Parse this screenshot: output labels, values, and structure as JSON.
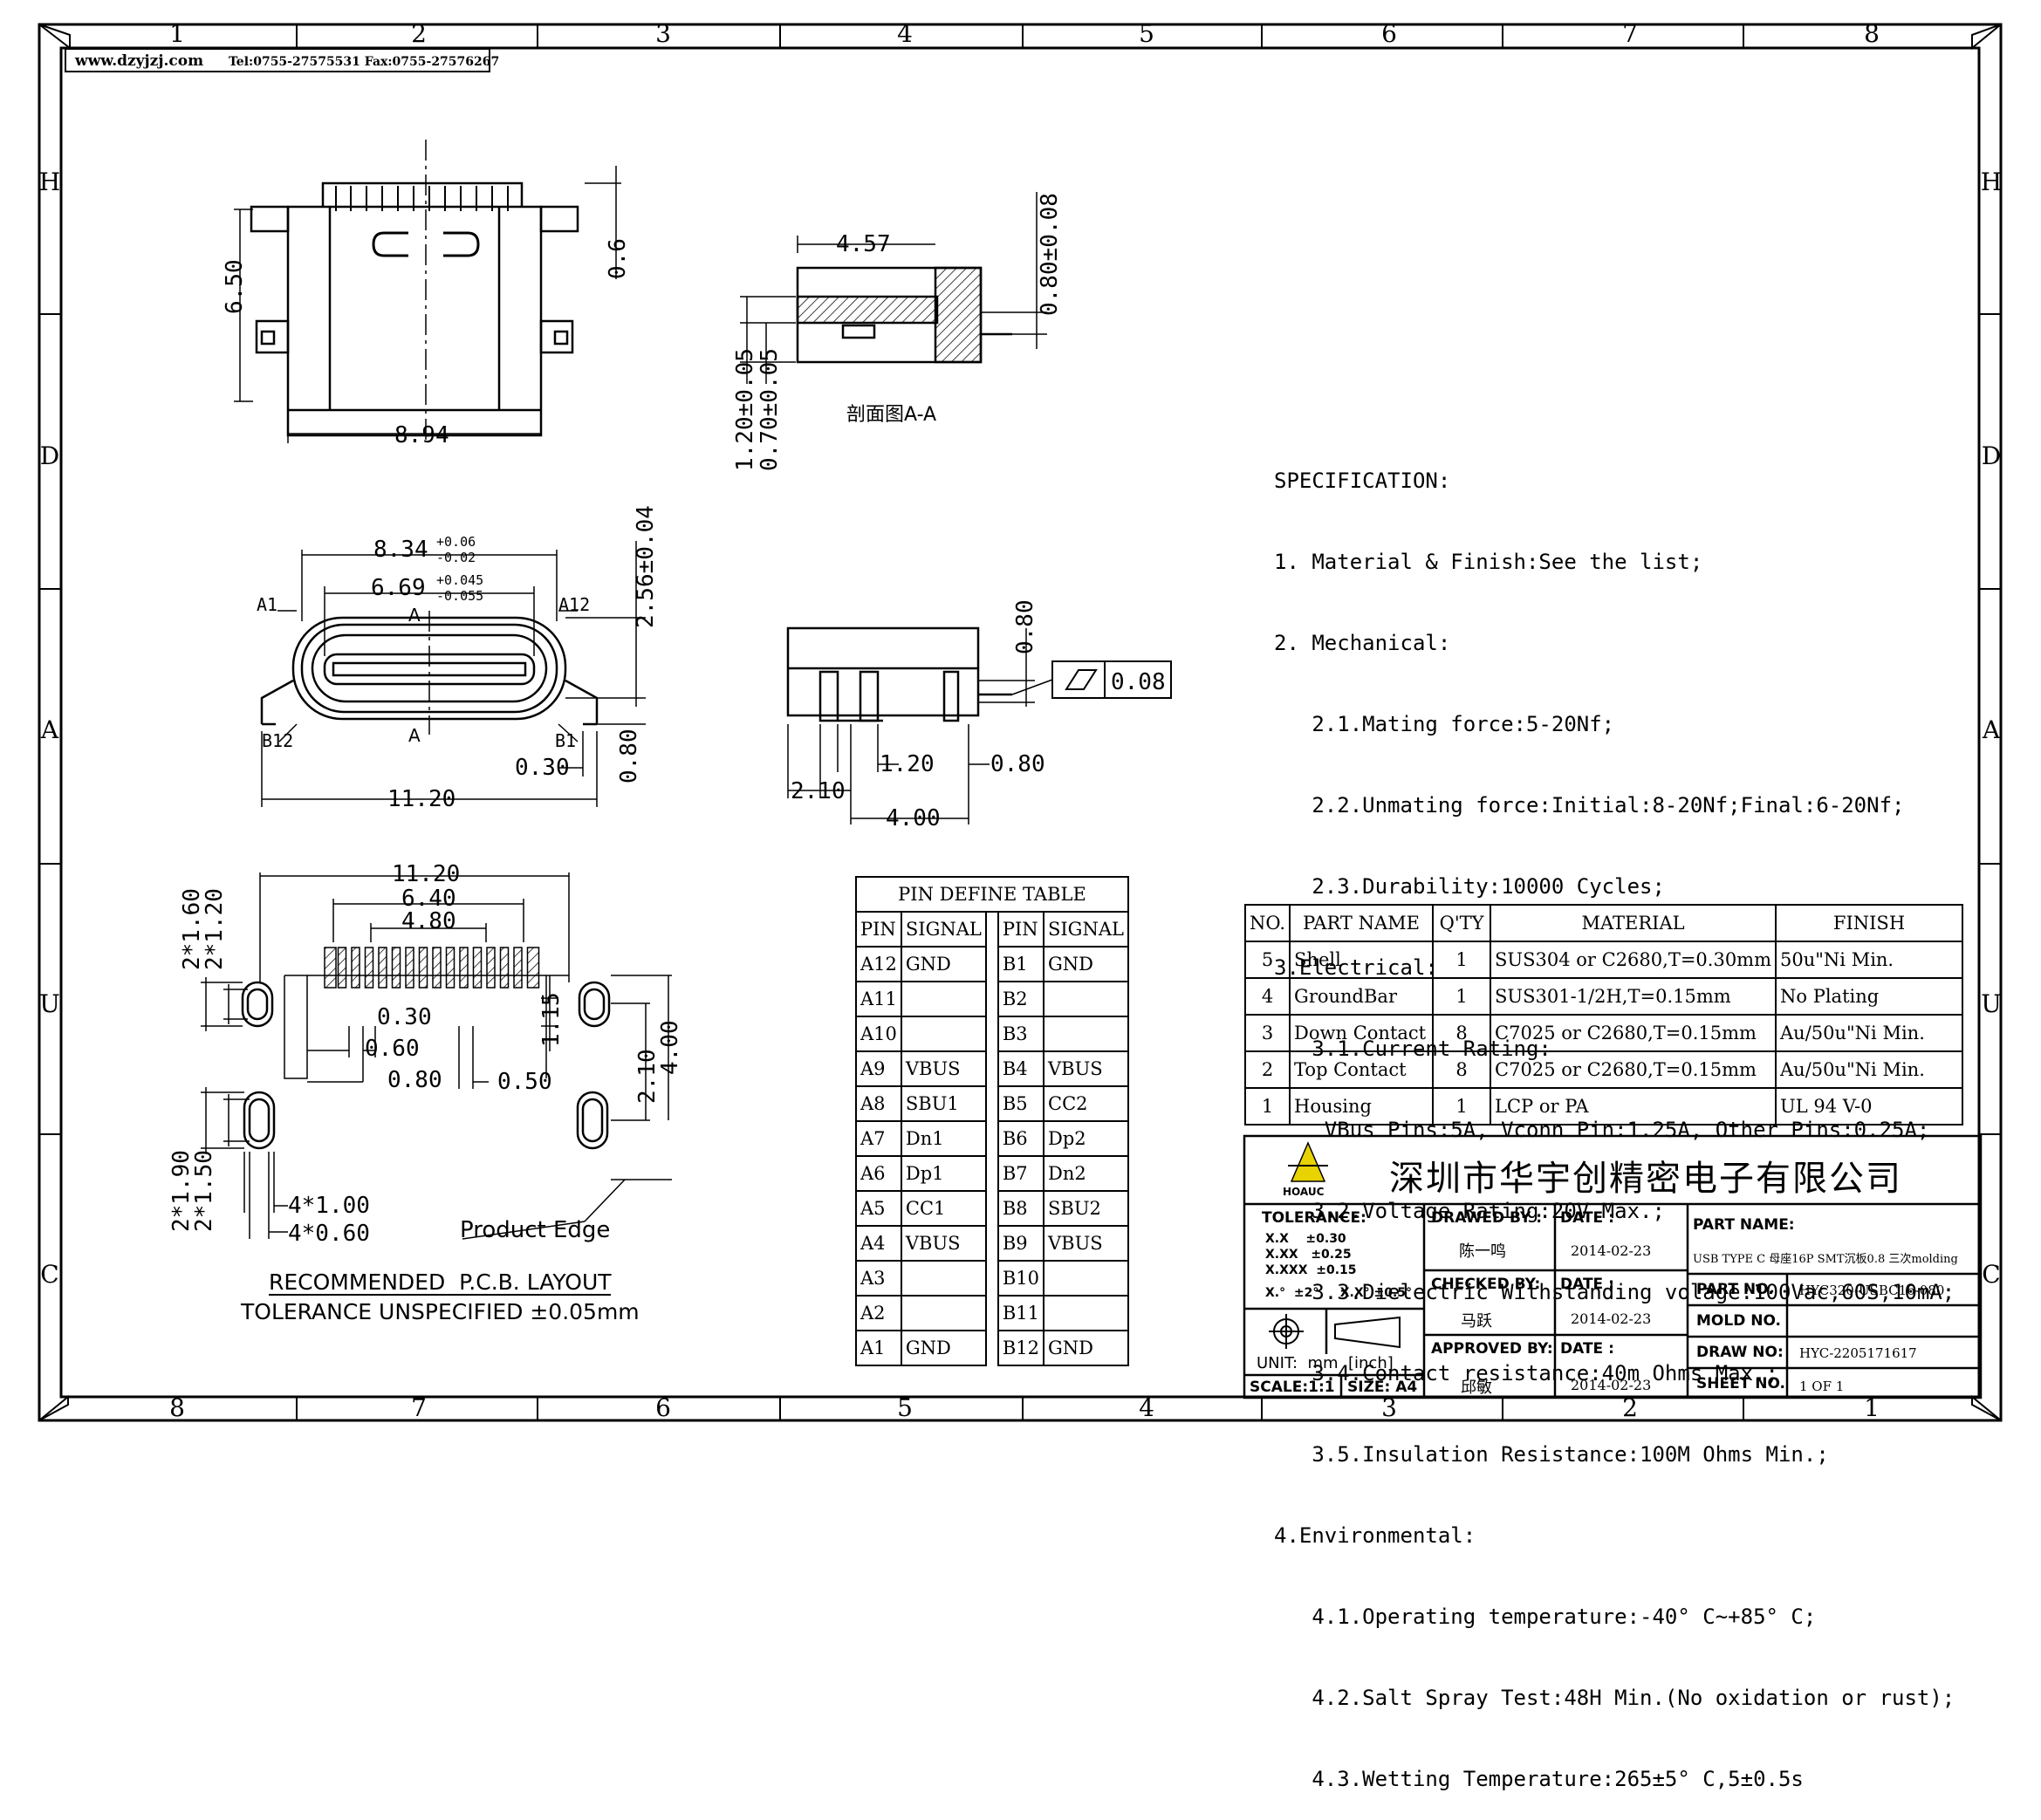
{
  "header": {
    "website": "www.dzyjzj.com",
    "contact": "Tel:0755-27575531 Fax:0755-27576267"
  },
  "border": {
    "top_numbers": [
      "1",
      "2",
      "3",
      "4",
      "5",
      "6",
      "7",
      "8"
    ],
    "bottom_numbers": [
      "8",
      "7",
      "6",
      "5",
      "4",
      "3",
      "2",
      "1"
    ],
    "side_letters": [
      "H",
      "D",
      "A",
      "U",
      "C"
    ]
  },
  "views": {
    "top_view": {
      "height_dim": "6.50",
      "width_dim": "8.94",
      "pin_dim": "0.6"
    },
    "section": {
      "title": "剖面图A-A",
      "dim_457": "4.57",
      "dim_080": "0.80±0.08",
      "dim_120": "1.20±0.05",
      "dim_070": "0.70±0.05"
    },
    "front_view": {
      "dim_834": "8.34",
      "dim_834_tol_up": "+0.06",
      "dim_834_tol_dn": "-0.02",
      "dim_669": "6.69",
      "dim_669_tol_up": "+0.045",
      "dim_669_tol_dn": "-0.055",
      "dim_256": "2.56±0.04",
      "dim_080": "0.80",
      "dim_030": "0.30",
      "dim_1120": "11.20",
      "label_a1": "A1",
      "label_a12": "A12",
      "label_b12": "B12",
      "label_b1": "B1",
      "label_a": "A"
    },
    "side_view": {
      "dim_080": "0.80",
      "flatness": "0.08",
      "dim_120": "1.20",
      "dim_080b": "0.80",
      "dim_210": "2.10",
      "dim_400": "4.00"
    },
    "pcb": {
      "dim_1120": "11.20",
      "dim_640": "6.40",
      "dim_480": "4.80",
      "dim_030": "0.30",
      "dim_060": "0.60",
      "dim_080": "0.80",
      "dim_050": "0.50",
      "dim_115": "1.15",
      "dim_210": "2.10",
      "dim_400": "4.00",
      "dim_2_160": "2*1.60",
      "dim_2_120": "2*1.20",
      "dim_2_190": "2*1.90",
      "dim_2_150": "2*1.50",
      "dim_4_100": "4*1.00",
      "dim_4_060": "4*0.60",
      "product_edge": "Product Edge",
      "caption": "RECOMMENDED  P.C.B. LAYOUT",
      "tolerance": "TOLERANCE UNSPECIFIED ±0.05mm"
    }
  },
  "spec": {
    "lines": [
      "SPECIFICATION:",
      "1. Material & Finish:See the list;",
      "2. Mechanical:",
      "   2.1.Mating force:5-20Nf;",
      "   2.2.Unmating force:Initial:8-20Nf;Final:6-20Nf;",
      "   2.3.Durability:10000 Cycles;",
      "3.Electrical:",
      "   3.1.Current Rating:",
      "    VBus Pins:5A, Vconn Pin:1.25A, Other Pins:0.25A;",
      "   3.2.Voltage Rating:20V Max.;",
      "   3.3.Dielectric Withstanding volage:100Vac,60S,10mA;",
      "   3.4.Contact resistance:40m Ohms Max.;",
      "   3.5.Insulation Resistance:100M Ohms Min.;",
      "4.Environmental:",
      "   4.1.Operating temperature:-40° C~+85° C;",
      "   4.2.Salt Spray Test:48H Min.(No oxidation or rust);",
      "   4.3.Wetting Temperature:265±5° C,5±0.5s"
    ]
  },
  "pin_table": {
    "title": "PIN DEFINE TABLE",
    "headers": [
      "PIN",
      "SIGNAL",
      "PIN",
      "SIGNAL"
    ],
    "rows": [
      [
        "A12",
        "GND",
        "B1",
        "GND"
      ],
      [
        "A11",
        "",
        "B2",
        ""
      ],
      [
        "A10",
        "",
        "B3",
        ""
      ],
      [
        "A9",
        "VBUS",
        "B4",
        "VBUS"
      ],
      [
        "A8",
        "SBU1",
        "B5",
        "CC2"
      ],
      [
        "A7",
        "Dn1",
        "B6",
        "Dp2"
      ],
      [
        "A6",
        "Dp1",
        "B7",
        "Dn2"
      ],
      [
        "A5",
        "CC1",
        "B8",
        "SBU2"
      ],
      [
        "A4",
        "VBUS",
        "B9",
        "VBUS"
      ],
      [
        "A3",
        "",
        "B10",
        ""
      ],
      [
        "A2",
        "",
        "B11",
        ""
      ],
      [
        "A1",
        "GND",
        "B12",
        "GND"
      ]
    ]
  },
  "parts_table": {
    "headers": [
      "NO.",
      "PART NAME",
      "Q'TY",
      "MATERIAL",
      "FINISH"
    ],
    "rows": [
      [
        "5",
        "Shell",
        "1",
        "SUS304 or C2680,T=0.30mm",
        "50u\"Ni Min."
      ],
      [
        "4",
        "GroundBar",
        "1",
        "SUS301-1/2H,T=0.15mm",
        "No Plating"
      ],
      [
        "3",
        "Down Contact",
        "8",
        "C7025 or C2680,T=0.15mm",
        "Au/50u\"Ni Min."
      ],
      [
        "2",
        "Top Contact",
        "8",
        "C7025 or C2680,T=0.15mm",
        "Au/50u\"Ni Min."
      ],
      [
        "1",
        "Housing",
        "1",
        "LCP or PA",
        "UL 94 V-0"
      ]
    ]
  },
  "title_block": {
    "company": "深圳市华宇创精密电子有限公司",
    "logo_text": "HOAUC",
    "tolerance_label": "TOLERANCE:",
    "tol_x": "X.X    ±0.30",
    "tol_xx": "X.XX   ±0.25",
    "tol_xxx": "X.XXX  ±0.15",
    "tol_angle": "X.°  ±2°     X.X° ±0.5°",
    "unit": "UNIT:  mm  [inch]",
    "scale": "SCALE:1:1",
    "size": "SIZE: A4",
    "drawn_by_label": "DRAWED BY :",
    "drawn_by": "陈一鸣",
    "checked_by_label": "CHECKED BY:",
    "checked_by": "马跃",
    "approved_by_label": "APPROVED BY:",
    "approved_by": "邱敏",
    "date_label": "DATE :",
    "date1": "2014-02-23",
    "date2": "2014-02-23",
    "date3": "2014-02-23",
    "part_name_label": "PART NAME:",
    "part_name": "USB TYPE C 母座16P SMT沉板0.8 三次molding",
    "part_no_label": "PART NO.",
    "part_no": "HYC320-USBC16-080",
    "mold_no_label": "MOLD NO.",
    "mold_no": "",
    "draw_no_label": "DRAW NO:",
    "draw_no": "HYC-2205171617",
    "sheet_no_label": "SHEET NO.",
    "sheet_no": "1 OF 1"
  }
}
